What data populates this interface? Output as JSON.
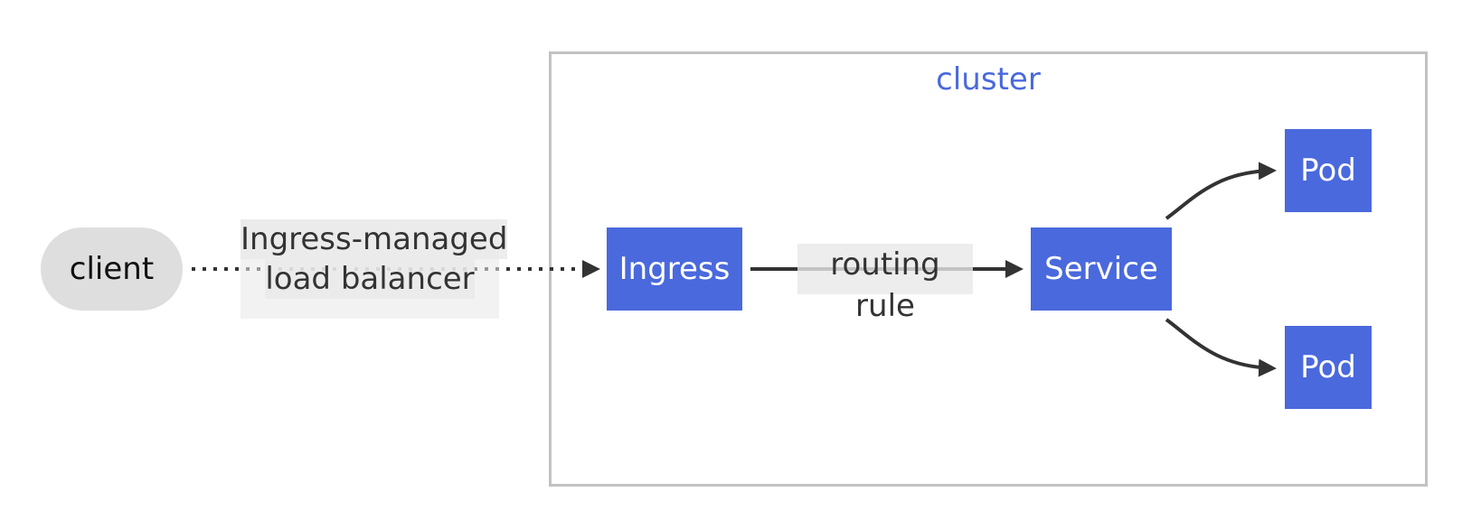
{
  "diagram": {
    "cluster": {
      "label": "cluster"
    },
    "nodes": {
      "client": "client",
      "ingress": "Ingress",
      "service": "Service",
      "pod1": "Pod",
      "pod2": "Pod"
    },
    "edges": {
      "lb_label_line1": "Ingress-managed",
      "lb_label_line2": "load balancer",
      "routing_label": "routing rule"
    },
    "colors": {
      "node_fill": "#4a69dd",
      "node_text": "#ffffff",
      "client_fill": "#dedede",
      "cluster_border": "#c2c2c2",
      "cluster_label": "#4a69dd",
      "edge": "#333333"
    }
  }
}
